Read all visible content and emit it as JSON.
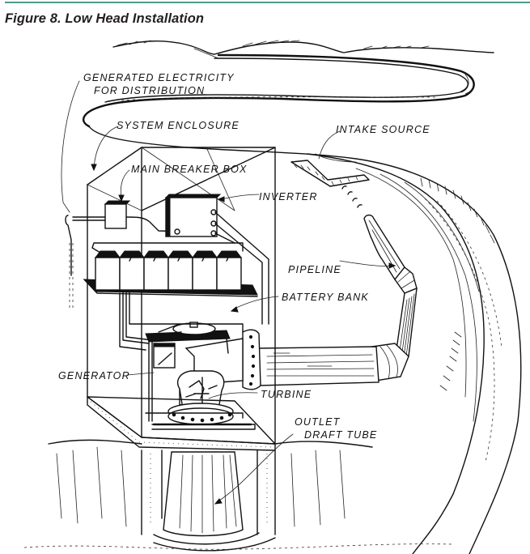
{
  "figure": {
    "title": "Figure 8. Low Head Installation",
    "accent_rule_color": "#4f9a8a"
  },
  "labels": {
    "generated_electricity_line1": "GENERATED ELECTRICITY",
    "generated_electricity_line2": "FOR DISTRIBUTION",
    "system_enclosure": "SYSTEM ENCLOSURE",
    "intake_source": "INTAKE SOURCE",
    "main_breaker_box": "MAIN BREAKER BOX",
    "inverter": "INVERTER",
    "pipeline": "PIPELINE",
    "battery_bank": "BATTERY BANK",
    "generator": "GENERATOR",
    "turbine": "TURBINE",
    "outlet_line1": "OUTLET",
    "outlet_line2": "DRAFT TUBE"
  },
  "components": {
    "battery_count": 6,
    "inverter_terminals": 3
  }
}
